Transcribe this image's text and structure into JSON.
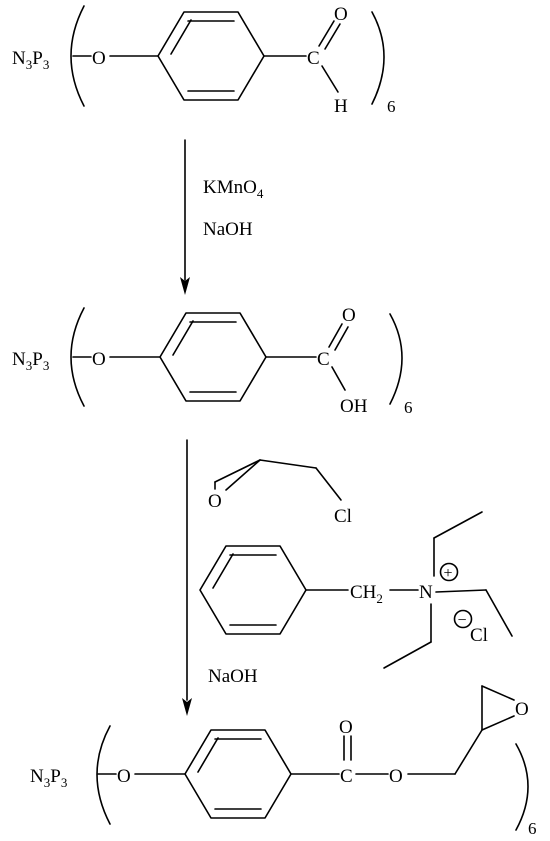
{
  "molecules": {
    "aldehyde": {
      "core": "N3P3",
      "core_main": "N",
      "core_sub1": "3",
      "core_mid": "P",
      "core_sub2": "3",
      "oxygen": "O",
      "carbonyl_o": "O",
      "carbonyl_c": "C",
      "hydrogen": "H",
      "multiplier": "6"
    },
    "acid": {
      "core": "N3P3",
      "core_main": "N",
      "core_sub1": "3",
      "core_mid": "P",
      "core_sub2": "3",
      "oxygen": "O",
      "carbonyl_o": "O",
      "carbonyl_c": "C",
      "hydroxyl": "OH",
      "multiplier": "6"
    },
    "epoxy_ester": {
      "core": "N3P3",
      "core_main": "N",
      "core_sub1": "3",
      "core_mid": "P",
      "core_sub2": "3",
      "oxygen": "O",
      "carbonyl_o": "O",
      "carbonyl_c": "C",
      "ester_o": "O",
      "epoxide_o": "O",
      "multiplier": "6"
    }
  },
  "step1": {
    "reagent1": "KMnO4",
    "reagent1_main": "KMnO",
    "reagent1_sub": "4",
    "reagent2": "NaOH"
  },
  "step2": {
    "epichlorohydrin_o": "O",
    "epichlorohydrin_cl": "Cl",
    "catalyst_ch2": "CH2",
    "catalyst_ch2_main": "CH",
    "catalyst_ch2_sub": "2",
    "catalyst_n": "N",
    "catalyst_plus": "+",
    "catalyst_minus": "−",
    "catalyst_cl": "Cl",
    "base": "NaOH"
  }
}
